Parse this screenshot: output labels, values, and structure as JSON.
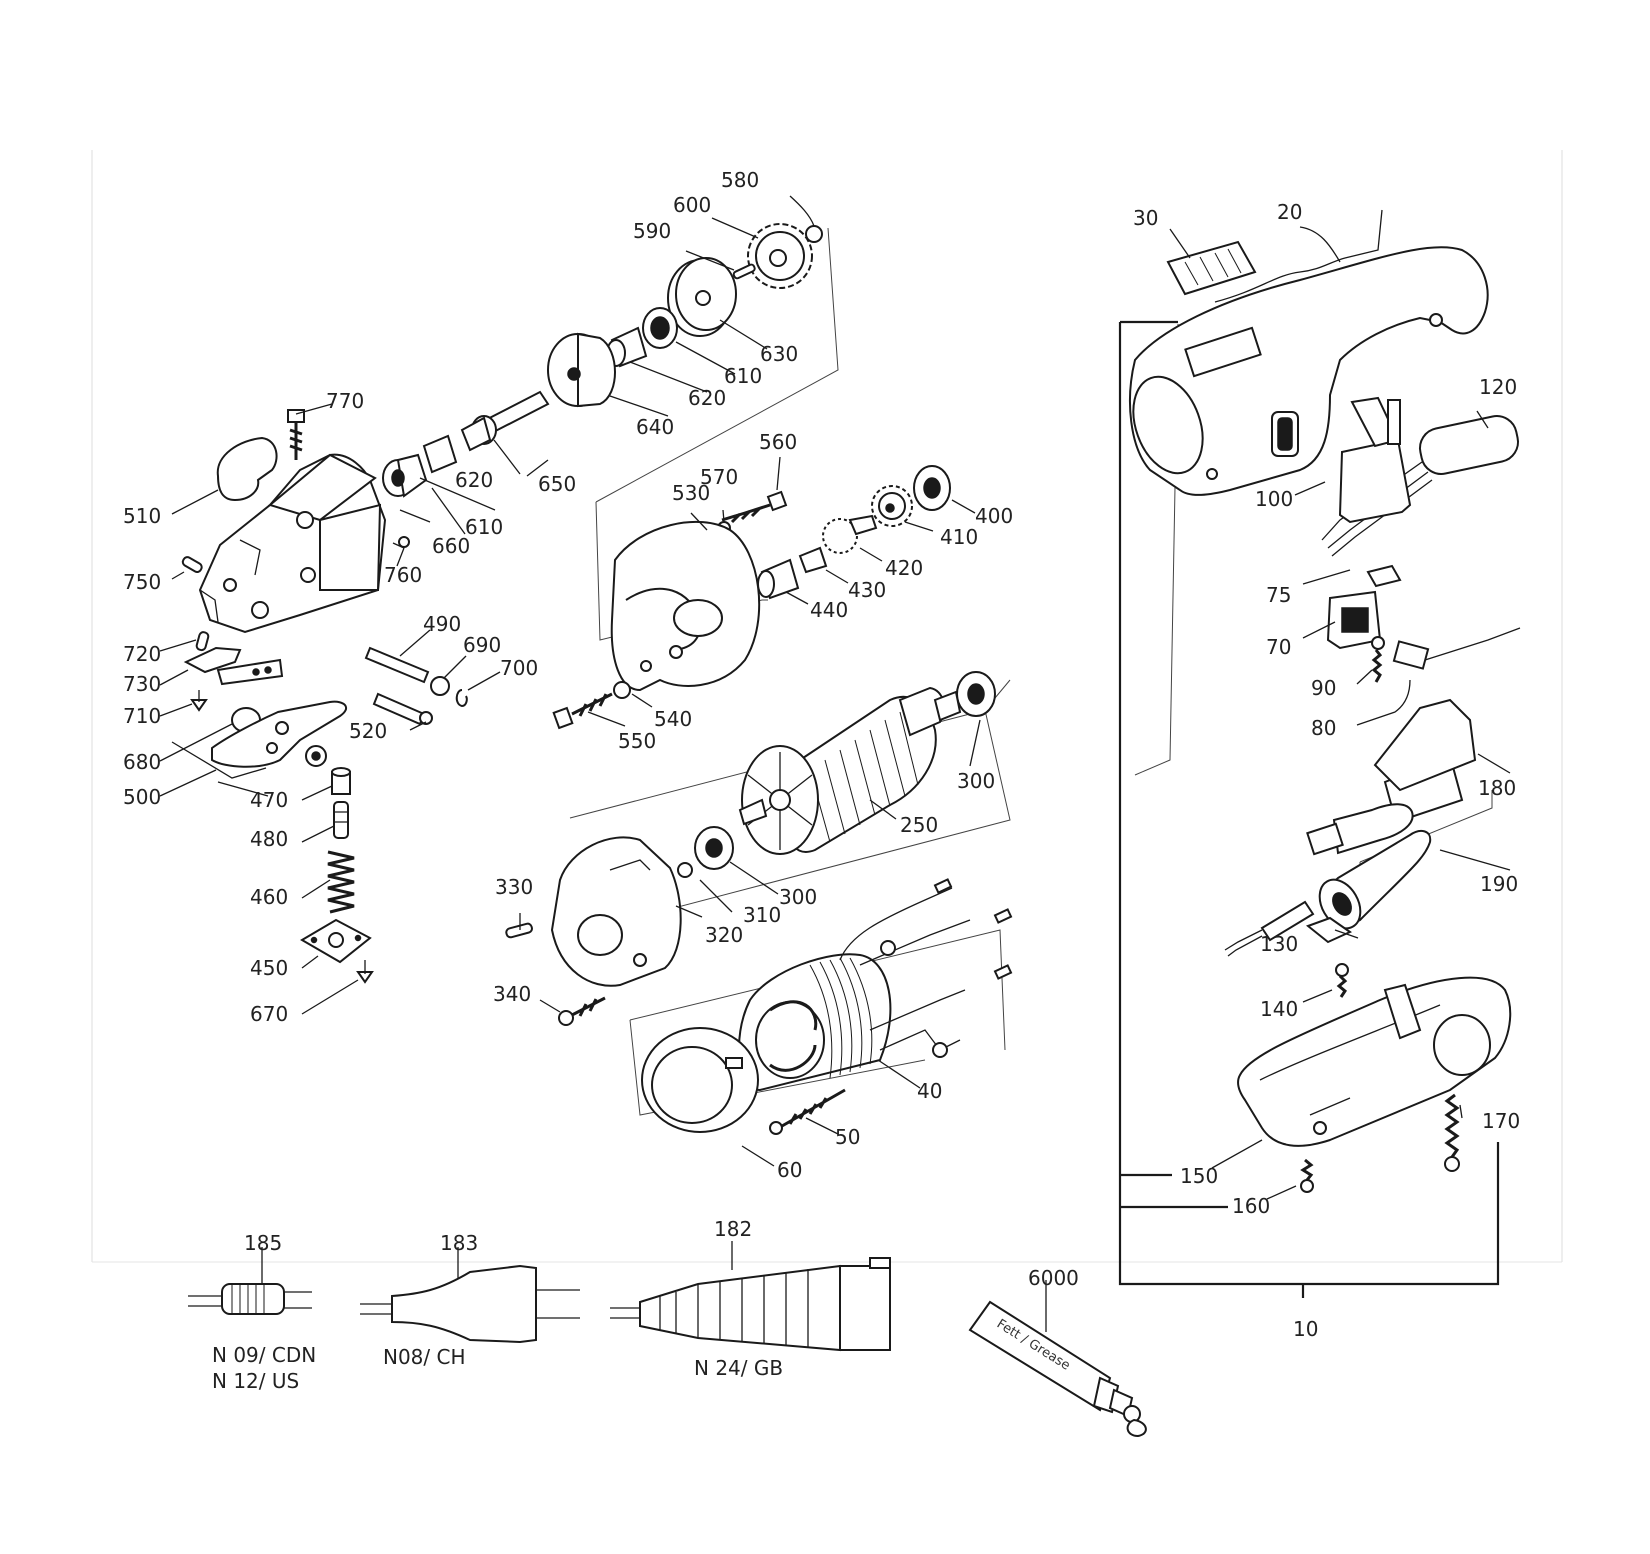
{
  "part_numbers": {
    "p10": "10",
    "p20": "20",
    "p30": "30",
    "p40": "40",
    "p50": "50",
    "p60": "60",
    "p70": "70",
    "p75": "75",
    "p80": "80",
    "p90": "90",
    "p100": "100",
    "p120": "120",
    "p130": "130",
    "p140": "140",
    "p150": "150",
    "p160": "160",
    "p170": "170",
    "p180": "180",
    "p182": "182",
    "p183": "183",
    "p185": "185",
    "p190": "190",
    "p250": "250",
    "p300a": "300",
    "p300b": "300",
    "p310": "310",
    "p320": "320",
    "p330": "330",
    "p340": "340",
    "p400": "400",
    "p410": "410",
    "p420": "420",
    "p430": "430",
    "p440": "440",
    "p450": "450",
    "p460": "460",
    "p470": "470",
    "p480": "480",
    "p490": "490",
    "p500": "500",
    "p510": "510",
    "p520": "520",
    "p530": "530",
    "p540": "540",
    "p550": "550",
    "p560": "560",
    "p570": "570",
    "p580": "580",
    "p590": "590",
    "p600": "600",
    "p610a": "610",
    "p610b": "610",
    "p620a": "620",
    "p620b": "620",
    "p630": "630",
    "p640": "640",
    "p650": "650",
    "p660": "660",
    "p670": "670",
    "p680": "680",
    "p690": "690",
    "p700": "700",
    "p710": "710",
    "p720": "720",
    "p730": "730",
    "p750": "750",
    "p760": "760",
    "p770": "770",
    "p6000": "6000"
  },
  "plug_variants": {
    "v185_line1": "N 09/ CDN",
    "v185_line2": "N 12/ US",
    "v183": "N08/ CH",
    "v182": "N 24/ GB"
  },
  "grease_tube_text": "Fett / Grease"
}
